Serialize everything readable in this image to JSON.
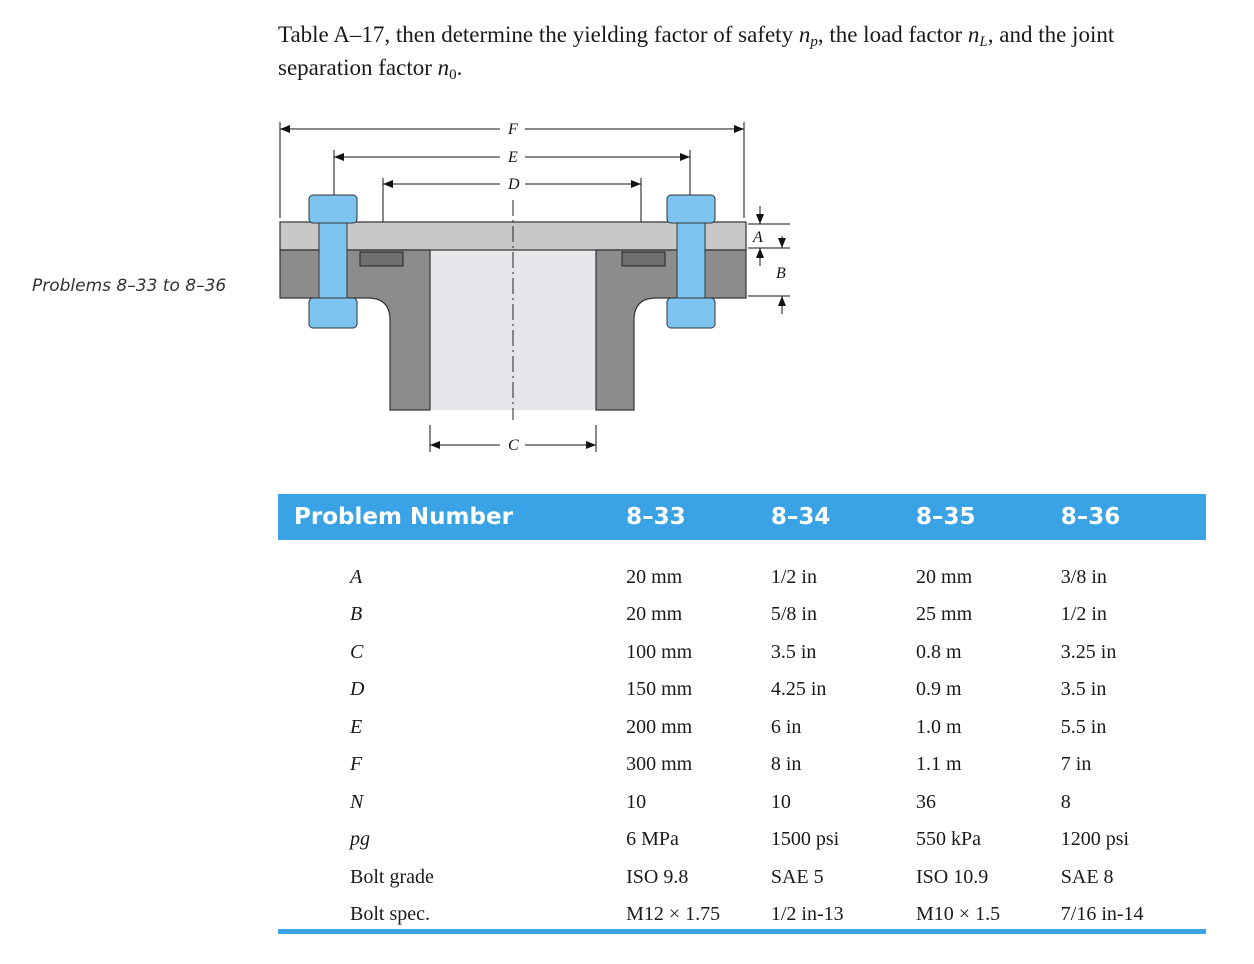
{
  "intro": {
    "line1": "Table A–17, then determine the yielding factor of safety ",
    "np": "n",
    "np_sub": "p",
    "mid1": ", the load factor ",
    "nl": "n",
    "nl_sub": "L",
    "mid2": ", and the joint",
    "line2": "separation factor ",
    "n0": "n",
    "n0_sub": "0",
    "end": "."
  },
  "side_label": "Problems 8–33 to 8–36",
  "figure": {
    "labels": {
      "F": "F",
      "E": "E",
      "D": "D",
      "A": "A",
      "B": "B",
      "C": "C"
    },
    "colors": {
      "bolt": "#7cc4ef",
      "flange_dark": "#8c8c8c",
      "flange_light": "#c8c8c8",
      "pipe": "#e4e6ea"
    }
  },
  "table": {
    "header": [
      "Problem Number",
      "8–33",
      "8–34",
      "8–35",
      "8–36"
    ],
    "rows": [
      {
        "label": "A",
        "values": [
          "20 mm",
          "1/2 in",
          "20 mm",
          "3/8 in"
        ]
      },
      {
        "label": "B",
        "values": [
          "20 mm",
          "5/8 in",
          "25 mm",
          "1/2 in"
        ]
      },
      {
        "label": "C",
        "values": [
          "100 mm",
          "3.5 in",
          "0.8 m",
          "3.25 in"
        ]
      },
      {
        "label": "D",
        "values": [
          "150 mm",
          "4.25 in",
          "0.9 m",
          "3.5 in"
        ]
      },
      {
        "label": "E",
        "values": [
          "200 mm",
          "6 in",
          "1.0 m",
          "5.5 in"
        ]
      },
      {
        "label": "F",
        "values": [
          "300 mm",
          "8 in",
          "1.1 m",
          "7 in"
        ]
      },
      {
        "label": "N",
        "values": [
          "10",
          "10",
          "36",
          "8"
        ]
      },
      {
        "label": "pg",
        "values": [
          "6 MPa",
          "1500 psi",
          "550 kPa",
          "1200 psi"
        ]
      },
      {
        "label": "Bolt grade",
        "values": [
          "ISO 9.8",
          "SAE 5",
          "ISO 10.9",
          "SAE 8"
        ]
      },
      {
        "label": "Bolt spec.",
        "values": [
          "M12 × 1.75",
          "1/2 in-13",
          "M10 × 1.5",
          "7/16 in-14"
        ]
      }
    ]
  },
  "accent_color": "#3aa3e6"
}
